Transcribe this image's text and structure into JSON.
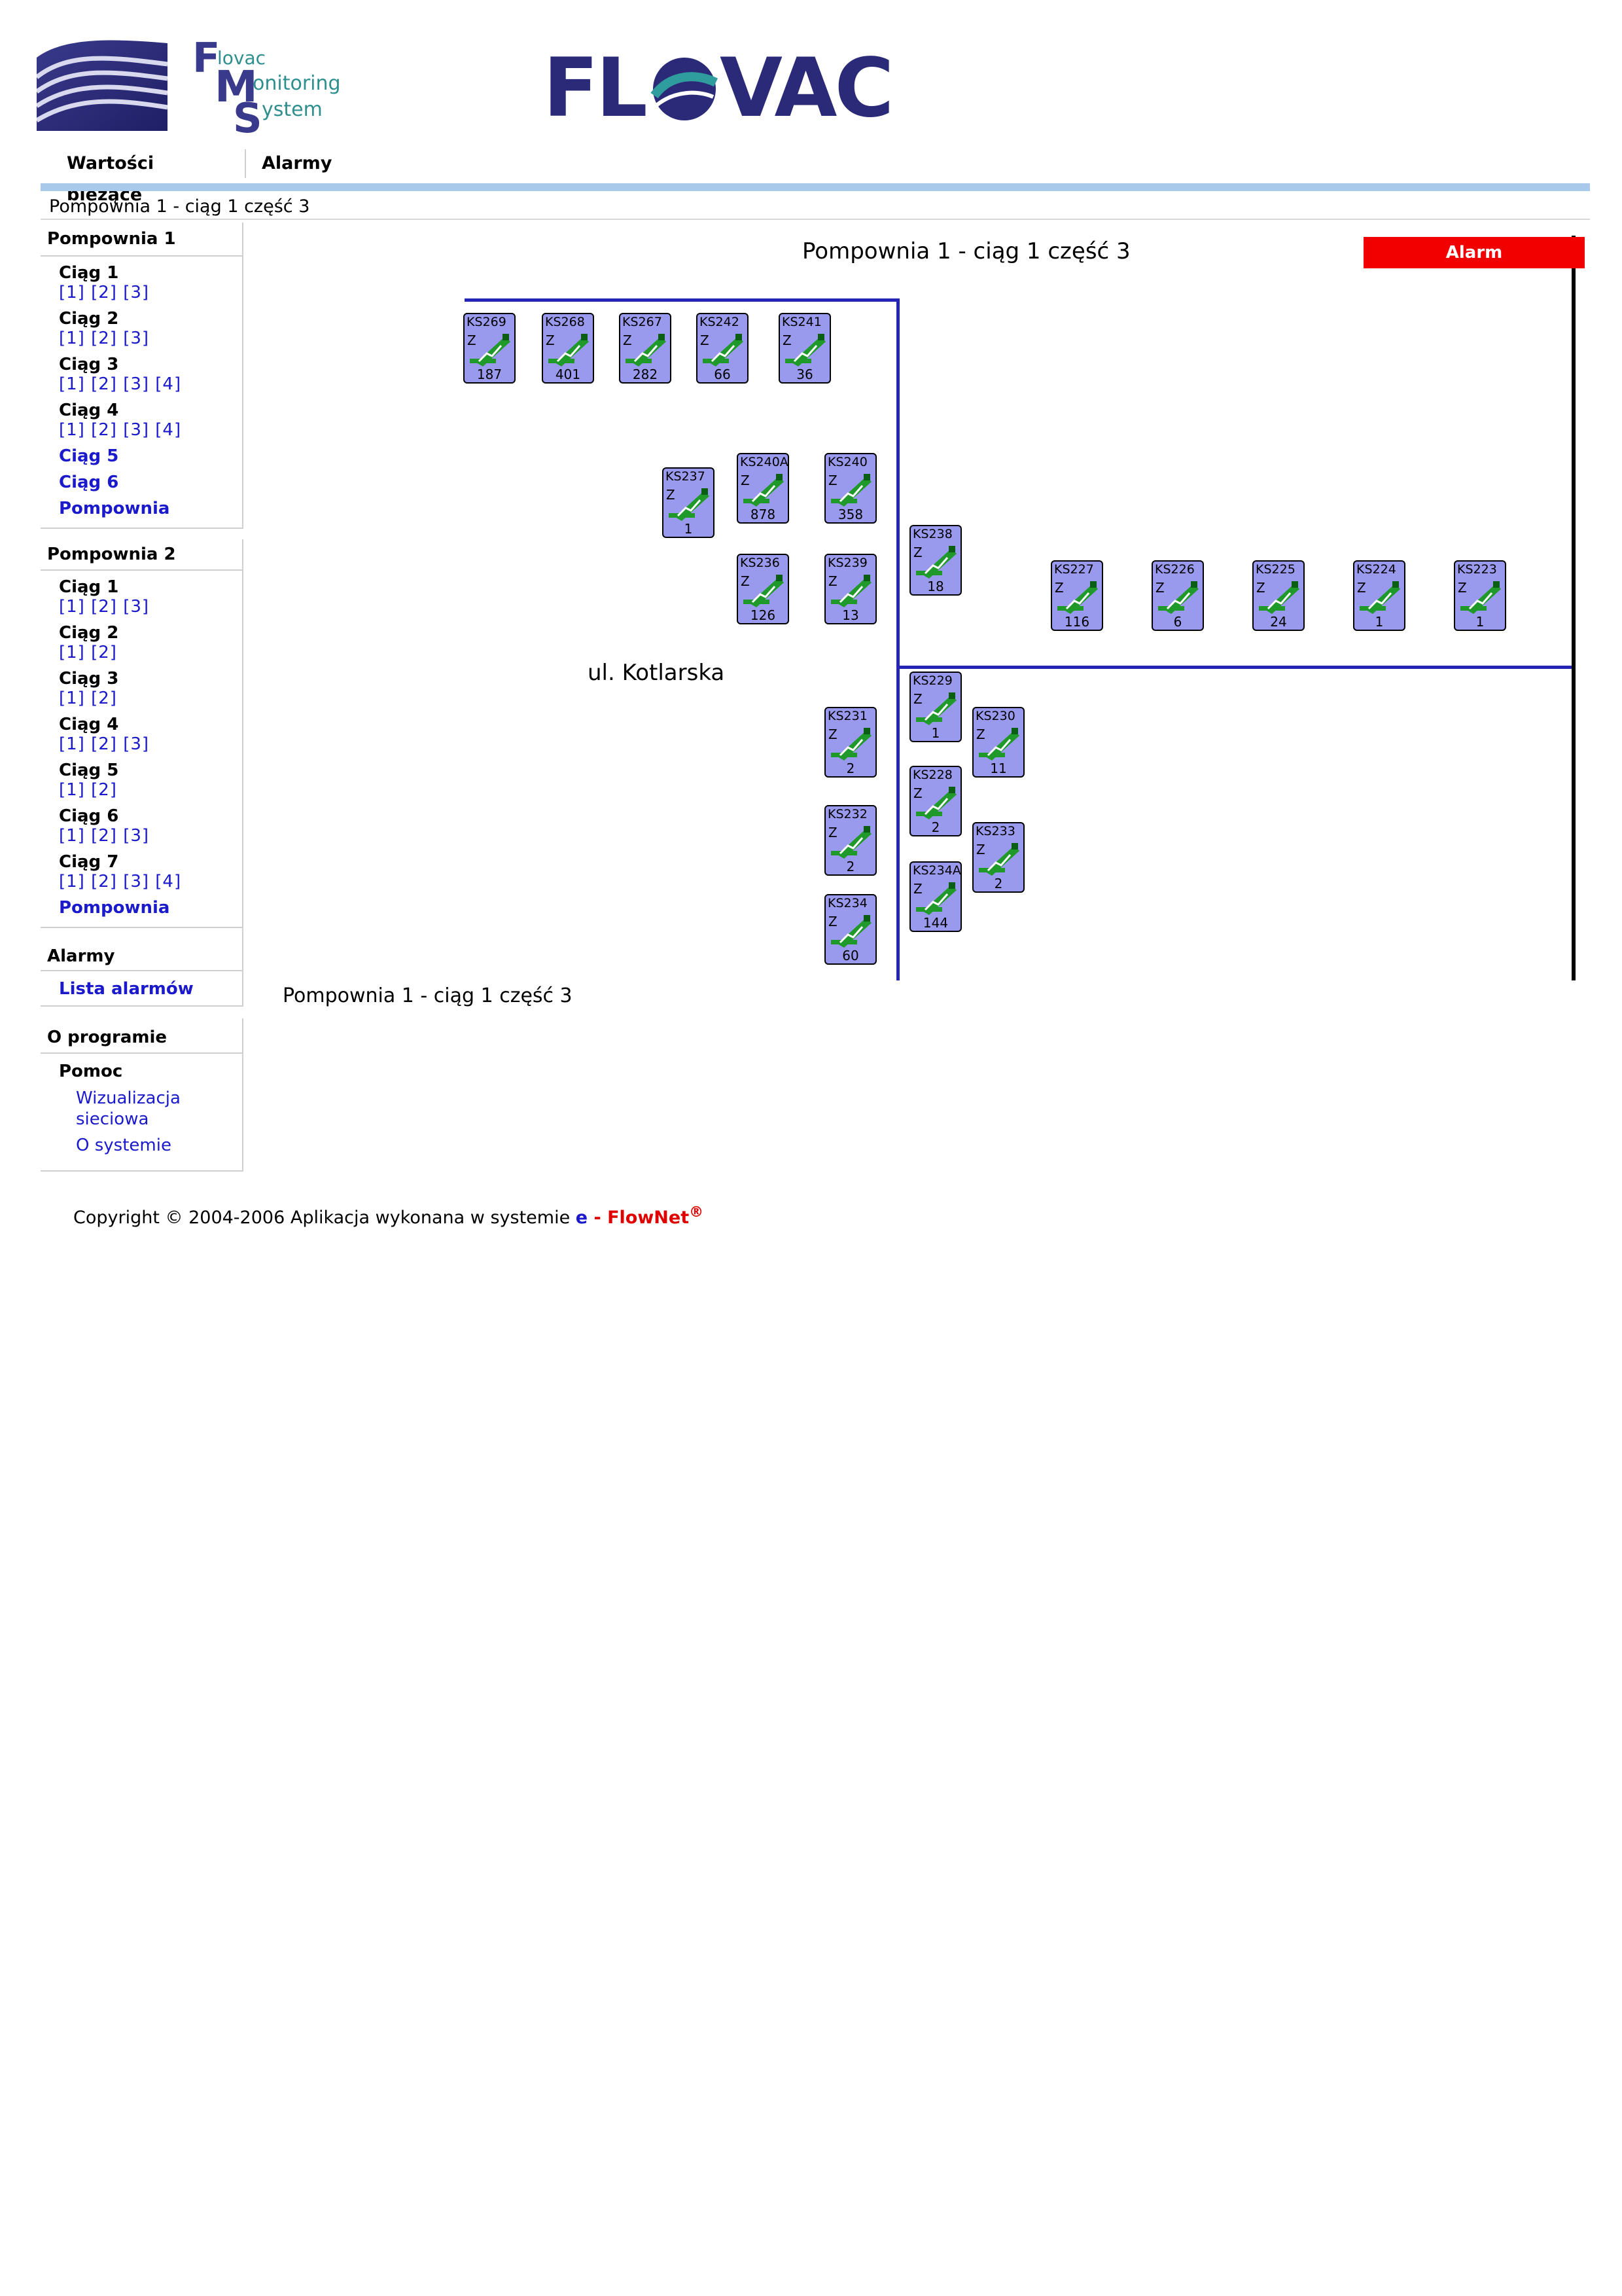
{
  "header": {
    "fms_logo": {
      "letters": [
        "F",
        "M",
        "S"
      ],
      "words": [
        "lovac",
        "onitoring",
        "ystem"
      ]
    },
    "flovac_logo": {
      "text": [
        "FL",
        "VAC"
      ]
    }
  },
  "top_nav": {
    "tabs": [
      {
        "label": "Wartości bieżące"
      },
      {
        "label": "Alarmy"
      }
    ]
  },
  "breadcrumb": "Pompownia 1 - ciąg 1 część 3",
  "sidebar": {
    "pompownia1": {
      "title": "Pompownia 1",
      "ciag1": "Ciąg 1",
      "ciag1_links": "[1]  [2]  [3]",
      "ciag2": "Ciąg 2",
      "ciag2_links": "[1]  [2]  [3]",
      "ciag3": "Ciąg 3",
      "ciag3_links": "[1]  [2]  [3]  [4]",
      "ciag4": "Ciąg 4",
      "ciag4_links": "[1]  [2]  [3]  [4]",
      "ciag5": "Ciąg 5",
      "ciag6": "Ciąg 6",
      "pompownia": "Pompownia"
    },
    "pompownia2": {
      "title": "Pompownia 2",
      "ciag1": "Ciąg 1",
      "ciag1_links": "[1]  [2]  [3]",
      "ciag2": "Ciąg 2",
      "ciag2_links": "[1]  [2]",
      "ciag3": "Ciąg 3",
      "ciag3_links": "[1]  [2]",
      "ciag4": "Ciąg 4",
      "ciag4_links": "[1]  [2]  [3]",
      "ciag5": "Ciąg 5",
      "ciag5_links": "[1]  [2]",
      "ciag6": "Ciąg 6",
      "ciag6_links": "[1]  [2]  [3]",
      "ciag7": "Ciąg 7",
      "ciag7_links": "[1]  [2]  [3]  [4]",
      "pompownia": "Pompownia"
    },
    "alarmy": {
      "title": "Alarmy",
      "lista": "Lista alarmów"
    },
    "oprogramie": {
      "title": "O programie",
      "pomoc": "Pomoc",
      "wizualizacja": "Wizualizacja sieciowa",
      "osystemie": "O systemie"
    }
  },
  "schematic": {
    "title": "Pompownia 1 - ciąg 1 część 3",
    "street_label": "ul. Kotlarska",
    "caption": "Pompownia 1 - ciąg 1 część 3",
    "alarm_label": "Alarm",
    "colors": {
      "sensor_bg": "#9999ee",
      "pipe": "#2525b5",
      "alarm": "#f20000",
      "valve": "#1f9a2a"
    },
    "sensors": [
      {
        "name": "KS269",
        "flag": "Z",
        "value": "187"
      },
      {
        "name": "KS268",
        "flag": "Z",
        "value": "401"
      },
      {
        "name": "KS267",
        "flag": "Z",
        "value": "282"
      },
      {
        "name": "KS242",
        "flag": "Z",
        "value": "66"
      },
      {
        "name": "KS241",
        "flag": "Z",
        "value": "36"
      },
      {
        "name": "KS237",
        "flag": "Z",
        "value": "1"
      },
      {
        "name": "KS240A",
        "flag": "Z",
        "value": "878"
      },
      {
        "name": "KS240",
        "flag": "Z",
        "value": "358"
      },
      {
        "name": "KS238",
        "flag": "Z",
        "value": "18"
      },
      {
        "name": "KS236",
        "flag": "Z",
        "value": "126"
      },
      {
        "name": "KS239",
        "flag": "Z",
        "value": "13"
      },
      {
        "name": "KS227",
        "flag": "Z",
        "value": "116"
      },
      {
        "name": "KS226",
        "flag": "Z",
        "value": "6"
      },
      {
        "name": "KS225",
        "flag": "Z",
        "value": "24"
      },
      {
        "name": "KS224",
        "flag": "Z",
        "value": "1"
      },
      {
        "name": "KS223",
        "flag": "Z",
        "value": "1"
      },
      {
        "name": "KS229",
        "flag": "Z",
        "value": "1"
      },
      {
        "name": "KS231",
        "flag": "Z",
        "value": "2"
      },
      {
        "name": "KS230",
        "flag": "Z",
        "value": "11"
      },
      {
        "name": "KS228",
        "flag": "Z",
        "value": "2"
      },
      {
        "name": "KS232",
        "flag": "Z",
        "value": "2"
      },
      {
        "name": "KS233",
        "flag": "Z",
        "value": "2"
      },
      {
        "name": "KS234A",
        "flag": "Z",
        "value": "144"
      },
      {
        "name": "KS234",
        "flag": "Z",
        "value": "60"
      }
    ]
  },
  "footer": {
    "copyright": "Copyright © 2004-2006 Aplikacja wykonana w systemie",
    "e_brand": "e",
    "dash": " - ",
    "flownet": "FlowNet",
    "reg": "®"
  }
}
